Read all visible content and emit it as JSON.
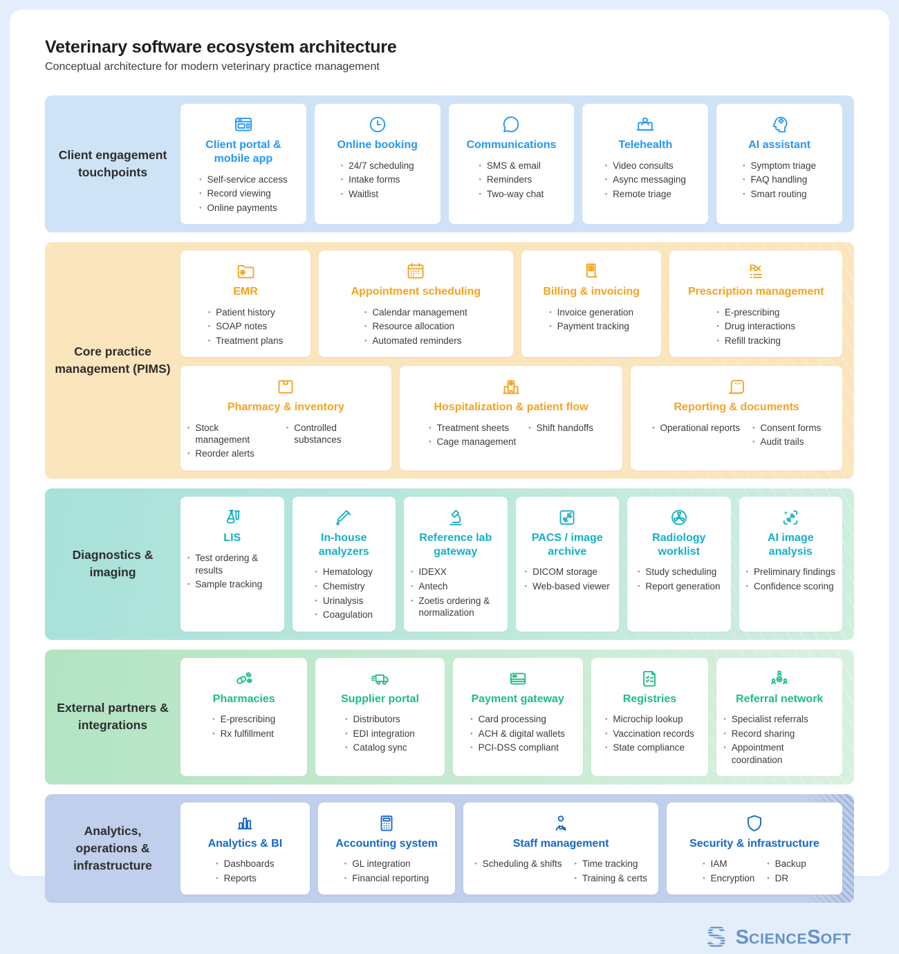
{
  "page": {
    "title": "Veterinary software ecosystem architecture",
    "subtitle": "Conceptual architecture for modern veterinary practice management",
    "background_color": "#e4eefb",
    "sheet_color": "#ffffff"
  },
  "bands": [
    {
      "label": "Client engagement touchpoints",
      "accent": "#2597f3",
      "bg": [
        "#cfe3f7"
      ],
      "rows": [
        {
          "cards": [
            {
              "icon": "browser-icon",
              "title": "Client portal & mobile app",
              "bullets": [
                [
                  "Self-service access",
                  "Record viewing",
                  "Online payments"
                ]
              ]
            },
            {
              "icon": "clock-icon",
              "title": "Online booking",
              "bullets": [
                [
                  "24/7 scheduling",
                  "Intake forms",
                  "Waitlist"
                ]
              ]
            },
            {
              "icon": "chat-bubble-icon",
              "title": "Communications",
              "bullets": [
                [
                  "SMS & email",
                  "Reminders",
                  "Two-way chat"
                ]
              ]
            },
            {
              "icon": "telehealth-icon",
              "title": "Telehealth",
              "bullets": [
                [
                  "Video consults",
                  "Async messaging",
                  "Remote triage"
                ]
              ]
            },
            {
              "icon": "ai-head-icon",
              "title": "AI assistant",
              "bullets": [
                [
                  "Symptom triage",
                  "FAQ handling",
                  "Smart routing"
                ]
              ]
            }
          ]
        }
      ]
    },
    {
      "label": "Core practice management (PIMS)",
      "accent": "#f6a21d",
      "bg": [
        "#fbe5bd"
      ],
      "rows": [
        {
          "cards": [
            {
              "icon": "folder-plus-icon",
              "title": "EMR",
              "bullets": [
                [
                  "Patient history",
                  "SOAP notes",
                  "Treatment plans"
                ]
              ]
            },
            {
              "icon": "calendar-icon",
              "title": "Appointment scheduling",
              "bullets": [
                [
                  "Calendar management",
                  "Resource allocation",
                  "Automated reminders"
                ]
              ]
            },
            {
              "icon": "invoice-icon",
              "title": "Billing & invoicing",
              "bullets": [
                [
                  "Invoice generation",
                  "Payment tracking"
                ]
              ]
            },
            {
              "icon": "rx-icon",
              "title": "Prescription management",
              "bullets": [
                [
                  "E-prescribing",
                  "Drug interactions",
                  "Refill tracking"
                ]
              ]
            }
          ]
        },
        {
          "cards": [
            {
              "icon": "package-icon",
              "title": "Pharmacy & inventory",
              "bullets": [
                [
                  "Stock management",
                  "Reorder alerts"
                ],
                [
                  "Controlled substances"
                ]
              ]
            },
            {
              "icon": "hospital-icon",
              "title": "Hospitalization & patient flow",
              "bullets": [
                [
                  "Treatment sheets",
                  "Cage management"
                ],
                [
                  "Shift handoffs"
                ]
              ]
            },
            {
              "icon": "scroll-icon",
              "title": "Reporting & documents",
              "bullets": [
                [
                  "Operational reports"
                ],
                [
                  "Consent forms",
                  "Audit trails"
                ]
              ]
            }
          ]
        }
      ]
    },
    {
      "label": "Diagnostics & imaging",
      "accent": "#14b0c6",
      "bg": [
        "#a7e1da",
        "#cfeede"
      ],
      "rows": [
        {
          "cards": [
            {
              "icon": "flask-icon",
              "title": "LIS",
              "bullets": [
                [
                  "Test ordering & results",
                  "Sample tracking"
                ]
              ]
            },
            {
              "icon": "dropper-icon",
              "title": "In-house analyzers",
              "bullets": [
                [
                  "Hematology",
                  "Chemistry",
                  "Urinalysis",
                  "Coagulation"
                ]
              ]
            },
            {
              "icon": "microscope-icon",
              "title": "Reference lab gateway",
              "bullets": [
                [
                  "IDEXX",
                  "Antech",
                  "Zoetis ordering & normalization"
                ]
              ]
            },
            {
              "icon": "xray-image-icon",
              "title": "PACS / image archive",
              "bullets": [
                [
                  "DICOM storage",
                  "Web-based viewer"
                ]
              ]
            },
            {
              "icon": "radiology-fan-icon",
              "title": "Radiology worklist",
              "bullets": [
                [
                  "Study scheduling",
                  "Report generation"
                ]
              ]
            },
            {
              "icon": "ai-bone-scan-icon",
              "title": "AI image analysis",
              "bullets": [
                [
                  "Preliminary findings",
                  "Confidence scoring"
                ]
              ]
            }
          ]
        }
      ]
    },
    {
      "label": "External partners & integrations",
      "accent": "#1dbd86",
      "bg": [
        "#b2e4c2",
        "#d9f1de"
      ],
      "rows": [
        {
          "cards": [
            {
              "icon": "pills-icon",
              "title": "Pharmacies",
              "bullets": [
                [
                  "E-prescribing",
                  "Rx fulfillment"
                ]
              ]
            },
            {
              "icon": "truck-icon",
              "title": "Supplier portal",
              "bullets": [
                [
                  "Distributors",
                  "EDI integration",
                  "Catalog sync"
                ]
              ]
            },
            {
              "icon": "credit-card-icon",
              "title": "Payment gateway",
              "bullets": [
                [
                  "Card processing",
                  "ACH & digital wallets",
                  "PCI-DSS compliant"
                ]
              ]
            },
            {
              "icon": "clipboard-check-icon",
              "title": "Registries",
              "bullets": [
                [
                  "Microchip lookup",
                  "Vaccination records",
                  "State compliance"
                ]
              ]
            },
            {
              "icon": "referral-network-icon",
              "title": "Referral network",
              "bullets": [
                [
                  "Specialist referrals",
                  "Record sharing",
                  "Appointment coordination"
                ]
              ]
            }
          ]
        }
      ]
    },
    {
      "label": "Analytics, operations & infrastructure",
      "accent": "#1667c6",
      "bg": [
        "#c0cfeb"
      ],
      "rows": [
        {
          "cards": [
            {
              "icon": "bar-chart-icon",
              "title": "Analytics & BI",
              "bullets": [
                [
                  "Dashboards",
                  "Reports"
                ]
              ]
            },
            {
              "icon": "calculator-icon",
              "title": "Accounting system",
              "bullets": [
                [
                  "GL integration",
                  "Financial reporting"
                ]
              ]
            },
            {
              "icon": "staff-doctor-icon",
              "title": "Staff management",
              "bullets": [
                [
                  "Scheduling & shifts"
                ],
                [
                  "Time tracking",
                  "Training & certs"
                ]
              ]
            },
            {
              "icon": "shield-icon",
              "title": "Security & infrastructure",
              "bullets": [
                [
                  "IAM",
                  "Encryption"
                ],
                [
                  "Backup",
                  "DR"
                ]
              ]
            }
          ]
        }
      ]
    }
  ],
  "logo": {
    "name": "ScienceSoft",
    "parts": [
      "S",
      "cience",
      "S",
      "oft"
    ],
    "color": "#6494c8"
  }
}
